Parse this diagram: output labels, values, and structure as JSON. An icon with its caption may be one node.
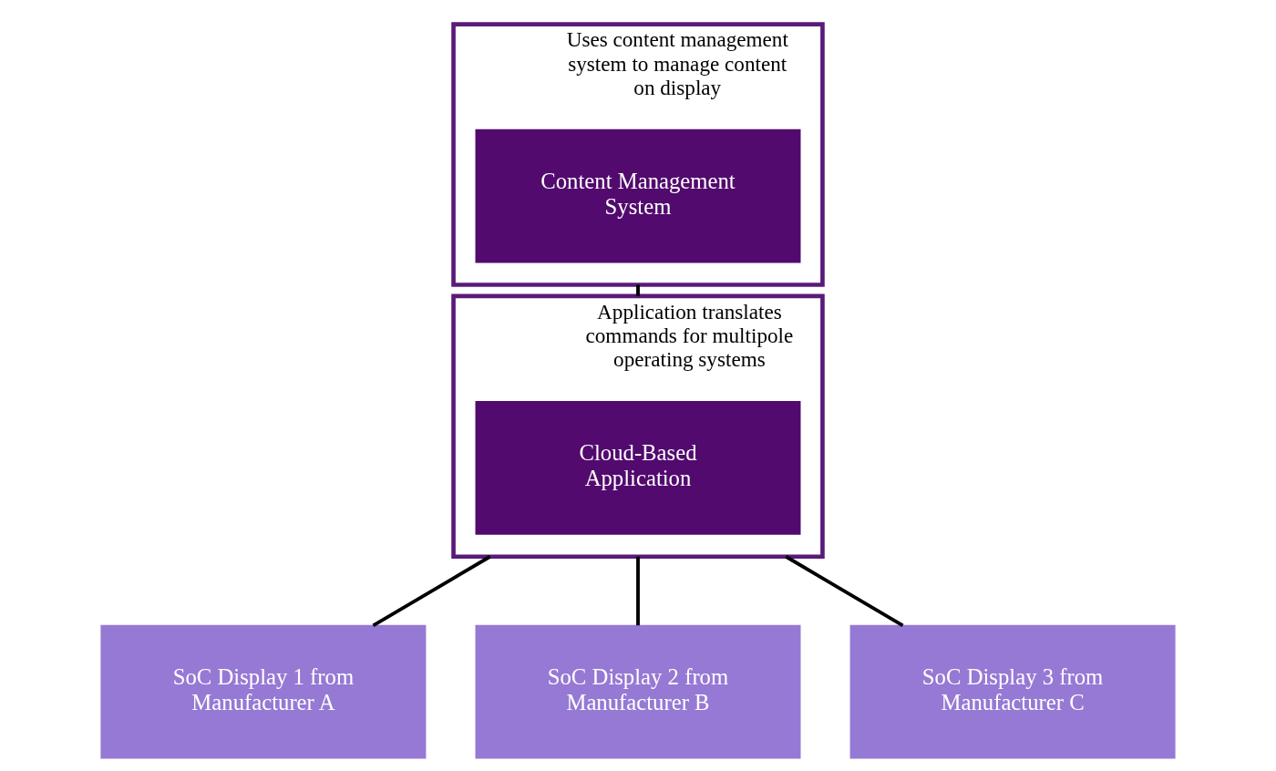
{
  "diagram": {
    "nodes": [
      {
        "text": [
          "Uses content management system to manage content on display"
        ]
      },
      {
        "text": [
          "Content Management System"
        ],
        "in": 0
      },
      {
        "text": [
          "Application translates commands for multipole operating systems"
        ]
      },
      {
        "text": [
          "Cloud-Based Application"
        ],
        "in": 2
      },
      {
        "text": [
          "SoC Display 1 from Manufacturer A"
        ]
      },
      {
        "text": [
          "SoC Display 2 from Manufacturer B"
        ]
      },
      {
        "text": [
          "SoC Display 3 from Manufacturer C"
        ]
      }
    ],
    "edges": [
      {
        "from": 0,
        "to": 2,
        "arrow": "none"
      },
      {
        "from": 2,
        "to": 4,
        "arrow": "none"
      },
      {
        "from": 2,
        "to": 5,
        "arrow": "none"
      },
      {
        "from": 2,
        "to": 6,
        "arrow": "none"
      }
    ]
  }
}
